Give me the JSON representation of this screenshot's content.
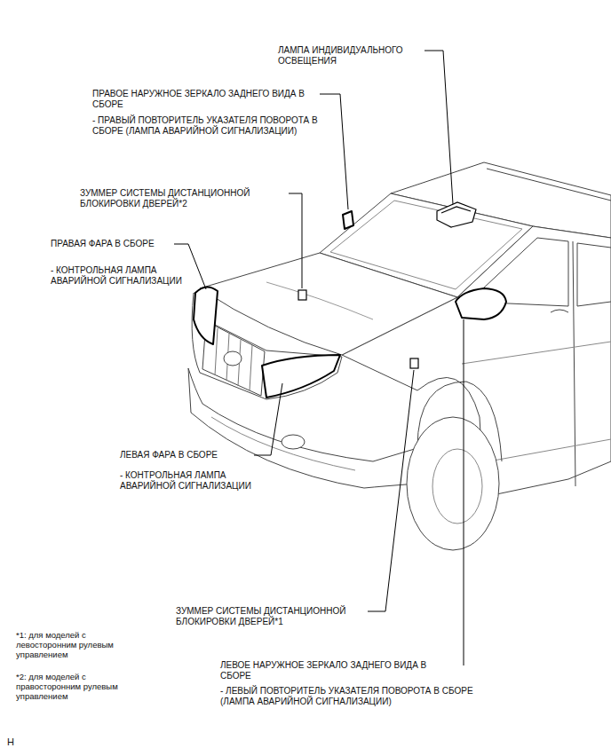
{
  "diagram": {
    "labels": [
      "ЛАМПА ИНДИВИДУАЛЬНОГО ОСВЕЩЕНИЯ",
      "ПРАВОЕ НАРУЖНОЕ ЗЕРКАЛО ЗАДНЕГО ВИДА В СБОРЕ",
      "- ПРАВЫЙ ПОВТОРИТЕЛЬ УКАЗАТЕЛЯ ПОВОРОТА В СБОРЕ (ЛАМПА АВАРИЙНОЙ СИГНАЛИЗАЦИИ)",
      "ЗУММЕР СИСТЕМЫ ДИСТАНЦИОННОЙ БЛОКИРОВКИ ДВЕРЕЙ*2",
      "ПРАВАЯ ФАРА В СБОРЕ",
      "- КОНТРОЛЬНАЯ ЛАМПА АВАРИЙНОЙ СИГНАЛИЗАЦИИ",
      "ЛЕВАЯ ФАРА В СБОРЕ",
      "- КОНТРОЛЬНАЯ ЛАМПА АВАРИЙНОЙ СИГНАЛИЗАЦИИ",
      "ЗУММЕР СИСТЕМЫ ДИСТАНЦИОННОЙ БЛОКИРОВКИ ДВЕРЕЙ*1",
      "ЛЕВОЕ НАРУЖНОЕ ЗЕРКАЛО ЗАДНЕГО ВИДА В СБОРЕ",
      "- ЛЕВЫЙ ПОВТОРИТЕЛЬ УКАЗАТЕЛЯ ПОВОРОТА В СБОРЕ (ЛАМПА АВАРИЙНОЙ СИГНАЛИЗАЦИИ)",
      "*1: для моделей с левосторонним рулевым управлением",
      "*2: для моделей с правосторонним рулевым управлением",
      "H"
    ]
  }
}
